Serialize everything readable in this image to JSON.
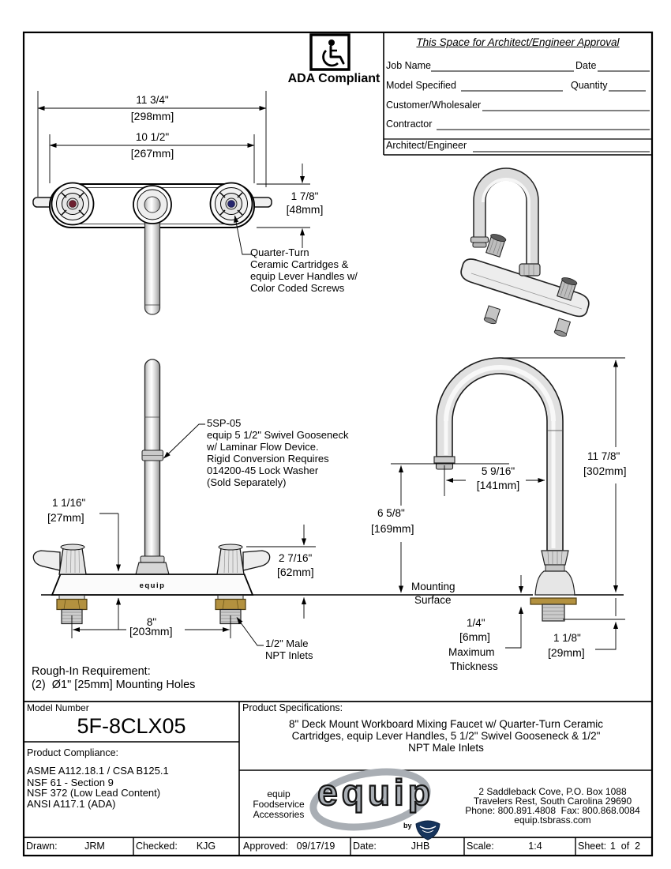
{
  "colors": {
    "hot": "#6d2030",
    "cold": "#26266e",
    "brass": "#b3913f",
    "shield": "#16345c",
    "logo_gray": "#a9aeb4"
  },
  "ada": {
    "label": "ADA Compliant"
  },
  "approval": {
    "title": "This Space for Architect/Engineer Approval",
    "job_name": "Job Name",
    "date": "Date",
    "model_specified": "Model Specified",
    "quantity": "Quantity",
    "customer": "Customer/Wholesaler",
    "contractor": "Contractor",
    "architect": "Architect/Engineer"
  },
  "top_view": {
    "overall_width_in": "11 3/4\"",
    "overall_width_mm": "[298mm]",
    "center_width_in": "10 1/2\"",
    "center_width_mm": "[267mm]",
    "deck_depth_in": "1 7/8\"",
    "deck_depth_mm": "[48mm]",
    "cartridge_callout": [
      "Quarter-Turn",
      "Ceramic Cartridges &",
      "equip Lever Handles w/",
      "Color Coded Screws"
    ]
  },
  "front_view": {
    "body_brand": "equip",
    "gooseneck_note": [
      "5SP-05",
      "equip 5 1/2\" Swivel Gooseneck",
      "w/ Laminar Flow Device.",
      "Rigid Conversion Requires",
      "014200-45 Lock Washer",
      "(Sold Separately)"
    ],
    "body_height_in": "1 1/16\"",
    "body_height_mm": "[27mm]",
    "handle_height_in": "2 7/16\"",
    "handle_height_mm": "[62mm]",
    "inlet_centers_in": "8\"",
    "inlet_centers_mm": "[203mm]",
    "inlet_callout": [
      "1/2\" Male",
      "NPT Inlets"
    ],
    "rough_in": [
      "Rough-In Requirement:",
      "(2)  Ø1\" [25mm] Mounting Holes"
    ]
  },
  "side_view": {
    "spout_reach_in": "5 9/16\"",
    "spout_reach_mm": "[141mm]",
    "outlet_height_in": "6 5/8\"",
    "outlet_height_mm": "[169mm]",
    "overall_height_in": "11 7/8\"",
    "overall_height_mm": "[302mm]",
    "mounting_line1": "Mounting",
    "mounting_line2": "Surface",
    "thickness": [
      "1/4\"",
      "[6mm]",
      "Maximum",
      "Thickness"
    ],
    "shank_in": "1 1/8\"",
    "shank_mm": "[29mm]"
  },
  "footer": {
    "model_label": "Model Number",
    "model_number": "5F-8CLX05",
    "compliance_label": "Product Compliance:",
    "compliance": [
      "ASME A112.18.1 / CSA B125.1",
      "NSF 61 - Section 9",
      "NSF 372 (Low Lead Content)",
      "ANSI A117.1 (ADA)"
    ],
    "specs_label": "Product Specifications:",
    "specs": [
      "8\" Deck Mount Workboard Mixing Faucet w/ Quarter-Turn Ceramic",
      "Cartridges, equip Lever Handles, 5 1/2\" Swivel Gooseneck & 1/2\"",
      "NPT Male Inlets"
    ],
    "brand_small": [
      "equip",
      "Foodservice",
      "Accessories"
    ],
    "brand_logo": "equip",
    "brand_by": "by",
    "address": [
      "2 Saddleback Cove, P.O. Box 1088",
      "Travelers Rest, South Carolina 29690",
      "Phone: 800.891.4808  Fax: 800.868.0084",
      "equip.tsbrass.com"
    ],
    "title_block": {
      "drawn_label": "Drawn:",
      "drawn_value": "JRM",
      "checked_label": "Checked:",
      "checked_value": "KJG",
      "approved_label": "Approved:",
      "approved_value": "09/17/19",
      "date_label": "Date:",
      "date_value": "JHB",
      "scale_label": "Scale:",
      "scale_value": "1:4",
      "sheet_label": "Sheet:",
      "sheet_value": "1  of  2"
    }
  }
}
